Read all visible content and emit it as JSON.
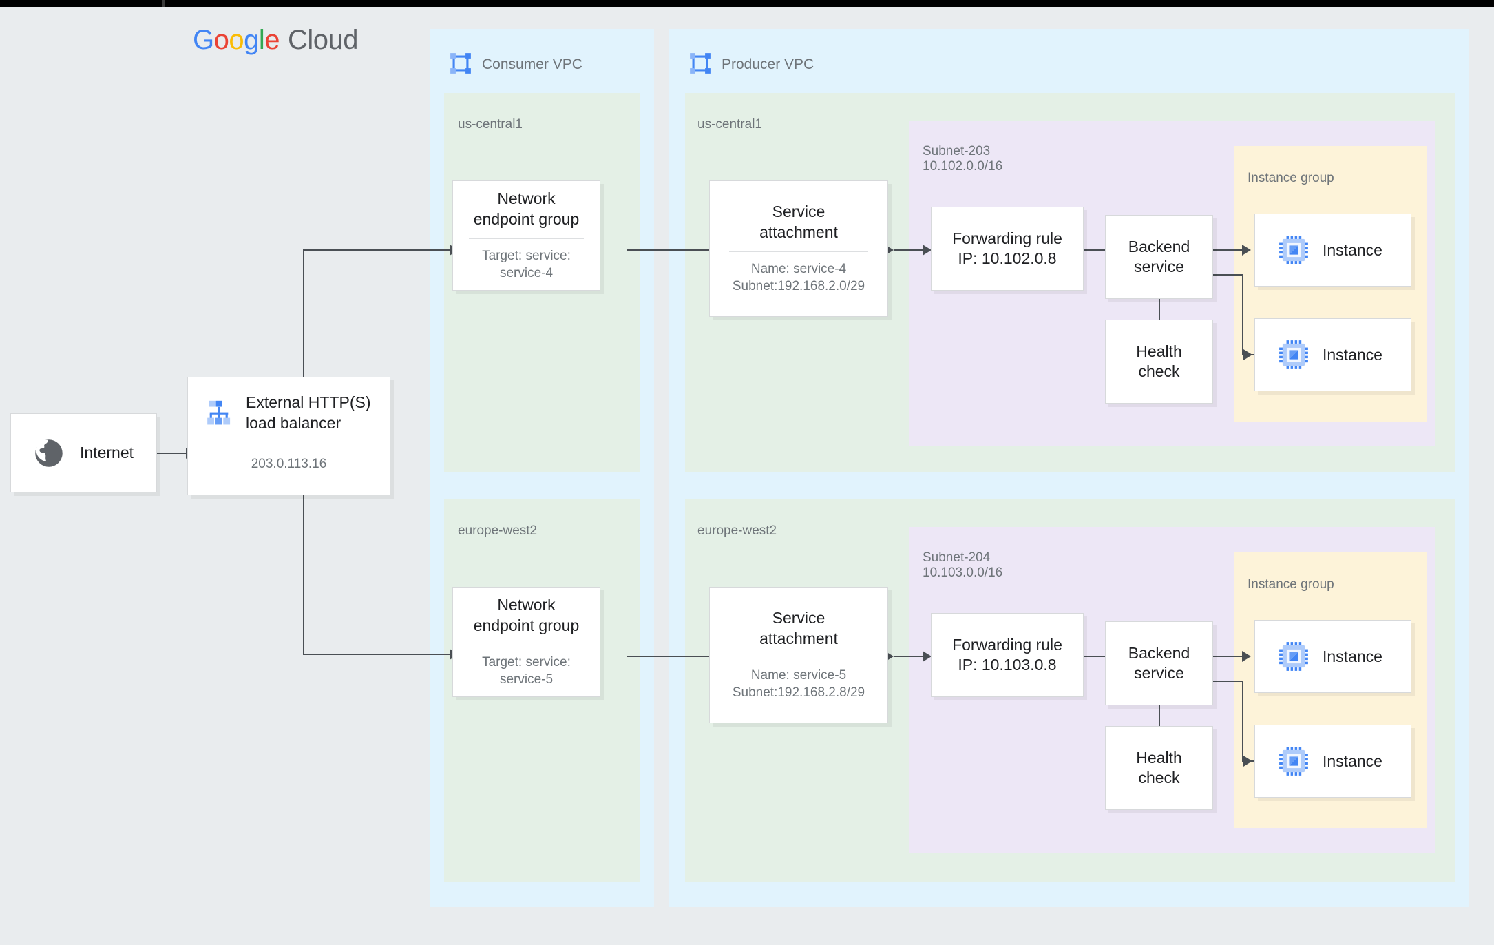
{
  "brand": {
    "g": "G",
    "o1": "o",
    "o2": "o",
    "g2": "g",
    "l": "l",
    "e": "e",
    "cloud": "Cloud"
  },
  "vpcs": [
    {
      "name": "consumer-vpc",
      "label": "Consumer VPC",
      "icon": "vpc-icon"
    },
    {
      "name": "producer-vpc",
      "label": "Producer VPC",
      "icon": "vpc-icon"
    }
  ],
  "regions": {
    "consumer_top": "us-central1",
    "consumer_bottom": "europe-west2",
    "producer_top": "us-central1",
    "producer_bottom": "europe-west2"
  },
  "subnets": [
    {
      "name": "Subnet-203",
      "cidr": "10.102.0.0/16"
    },
    {
      "name": "Subnet-204",
      "cidr": "10.103.0.0/16"
    }
  ],
  "instance_group_label": "Instance group",
  "internet": {
    "label": "Internet",
    "icon": "globe-icon"
  },
  "load_balancer": {
    "title": "External HTTP(S)\nload balancer",
    "ip": "203.0.113.16",
    "icon": "load-balancer-icon"
  },
  "top_row": {
    "neg": {
      "title": "Network\nendpoint group",
      "sub": "Target: service:\nservice-4"
    },
    "service_attachment": {
      "title": "Service\nattachment",
      "sub": "Name: service-4\nSubnet:192.168.2.0/29"
    },
    "forwarding_rule": {
      "title": "Forwarding rule\nIP: 10.102.0.8"
    },
    "backend_service": {
      "title": "Backend\nservice"
    },
    "health_check": {
      "title": "Health\ncheck"
    },
    "instances": [
      {
        "label": "Instance",
        "icon": "instance-icon"
      },
      {
        "label": "Instance",
        "icon": "instance-icon"
      }
    ]
  },
  "bottom_row": {
    "neg": {
      "title": "Network\nendpoint group",
      "sub": "Target: service:\nservice-5"
    },
    "service_attachment": {
      "title": "Service\nattachment",
      "sub": "Name: service-5\nSubnet:192.168.2.8/29"
    },
    "forwarding_rule": {
      "title": "Forwarding rule\nIP: 10.103.0.8"
    },
    "backend_service": {
      "title": "Backend\nservice"
    },
    "health_check": {
      "title": "Health\ncheck"
    },
    "instances": [
      {
        "label": "Instance",
        "icon": "instance-icon"
      },
      {
        "label": "Instance",
        "icon": "instance-icon"
      }
    ]
  },
  "colors": {
    "background": "#E9ECEE",
    "vpc": "#E1F3FD",
    "region": "#E4F0E6",
    "subnet": "#EDE7F6",
    "instance_group": "#FDF3D9",
    "node": "#FFFFFF",
    "connector": "#4A4F54",
    "accent_blue": "#4285F4"
  }
}
